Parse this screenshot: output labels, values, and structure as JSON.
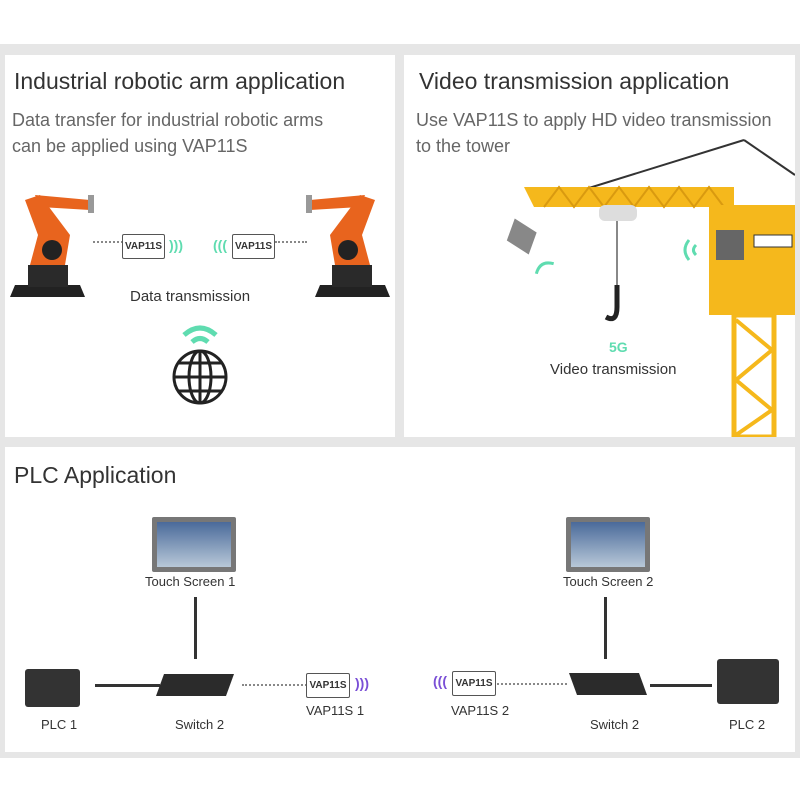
{
  "robotic": {
    "title": "Industrial robotic arm application",
    "subtitle_line1": "Data transfer for industrial robotic arms",
    "subtitle_line2": "can be applied using VAP11S",
    "device_left": "VAP11S",
    "device_right": "VAP11S",
    "caption": "Data transmission"
  },
  "video": {
    "title": "Video transmission application",
    "subtitle_line1": "Use VAP11S to apply HD video transmission",
    "subtitle_line2": "to the tower",
    "badge": "5G",
    "caption": "Video transmission"
  },
  "plc": {
    "title": "PLC Application",
    "left": {
      "screen": "Touch Screen 1",
      "plc": "PLC 1",
      "switch": "Switch 2",
      "device": "VAP11S",
      "device_label": "VAP11S 1"
    },
    "right": {
      "screen": "Touch Screen 2",
      "plc": "PLC 2",
      "switch": "Switch 2",
      "device": "VAP11S",
      "device_label": "VAP11S 2"
    }
  },
  "colors": {
    "wifi_green": "#5fdcb0",
    "wifi_purple": "#7a4fd6",
    "robot_orange": "#e8641e",
    "crane_yellow": "#f5b81c"
  }
}
